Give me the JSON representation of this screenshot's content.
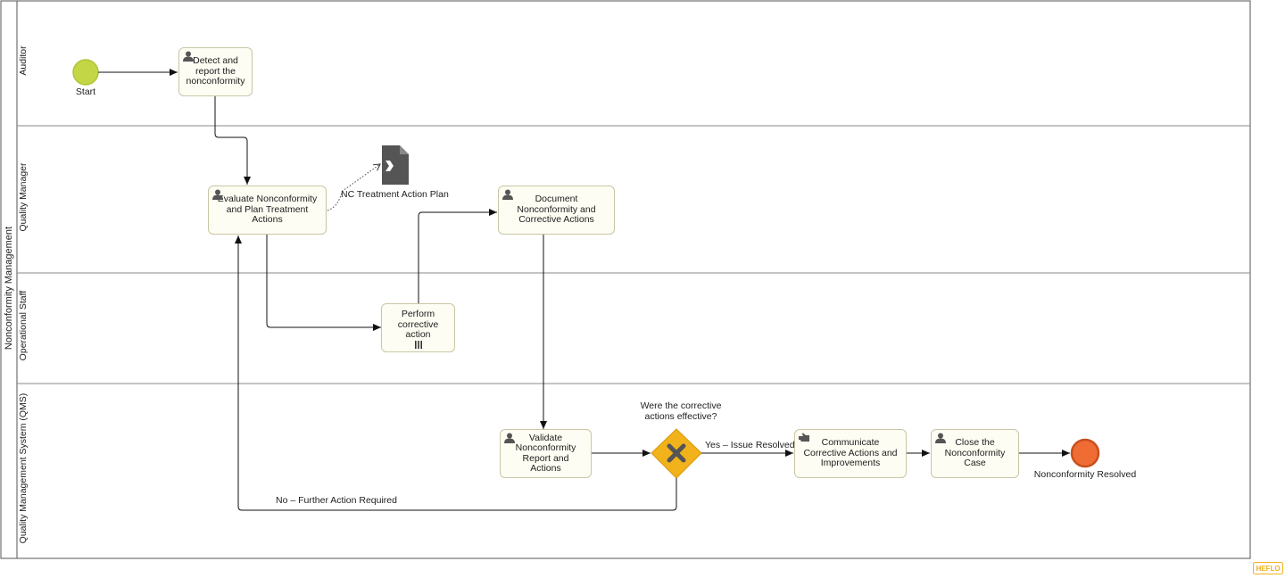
{
  "pool": {
    "name": "Nonconformity Management"
  },
  "lanes": [
    {
      "name": "Auditor"
    },
    {
      "name": "Quality Manager"
    },
    {
      "name": "Operational Staff"
    },
    {
      "name": "Quality Management System (QMS)"
    }
  ],
  "events": {
    "start": {
      "label": "Start"
    },
    "end": {
      "label": "Nonconformity Resolved"
    }
  },
  "tasks": {
    "detect": {
      "label": "Detect and report the nonconformity"
    },
    "evaluate": {
      "label": "Evaluate Nonconformity and Plan Treatment Actions"
    },
    "document": {
      "label": "Document Nonconformity and Corrective Actions"
    },
    "perform": {
      "label": "Perform corrective action"
    },
    "validate": {
      "label": "Validate Nonconformity Report and Actions"
    },
    "communicate": {
      "label": "Communicate Corrective Actions and Improvements"
    },
    "close": {
      "label": "Close the Nonconformity Case"
    }
  },
  "data_object": {
    "label": "NC Treatment Action Plan"
  },
  "gateway": {
    "label": "Were the corrective actions effective?"
  },
  "flows": {
    "yes": {
      "label": "Yes – Issue Resolved"
    },
    "no": {
      "label": "No – Further Action Required"
    }
  },
  "colors": {
    "start_event": "#c2d646",
    "end_event": "#ef6c35",
    "gateway": "#f1b21b",
    "task_fill": "#fdfdf3",
    "task_border": "#c9c6a6",
    "icon": "#555555"
  },
  "icons": {
    "task_type": "user-icon",
    "manual_task_type": "hand-icon",
    "multi_instance": "parallel-multi-instance-icon",
    "gateway_marker": "exclusive-x-icon",
    "data_object": "data-input-document-icon",
    "branding": "heflo-logo"
  },
  "branding": {
    "logo_text": "HEFLO"
  }
}
